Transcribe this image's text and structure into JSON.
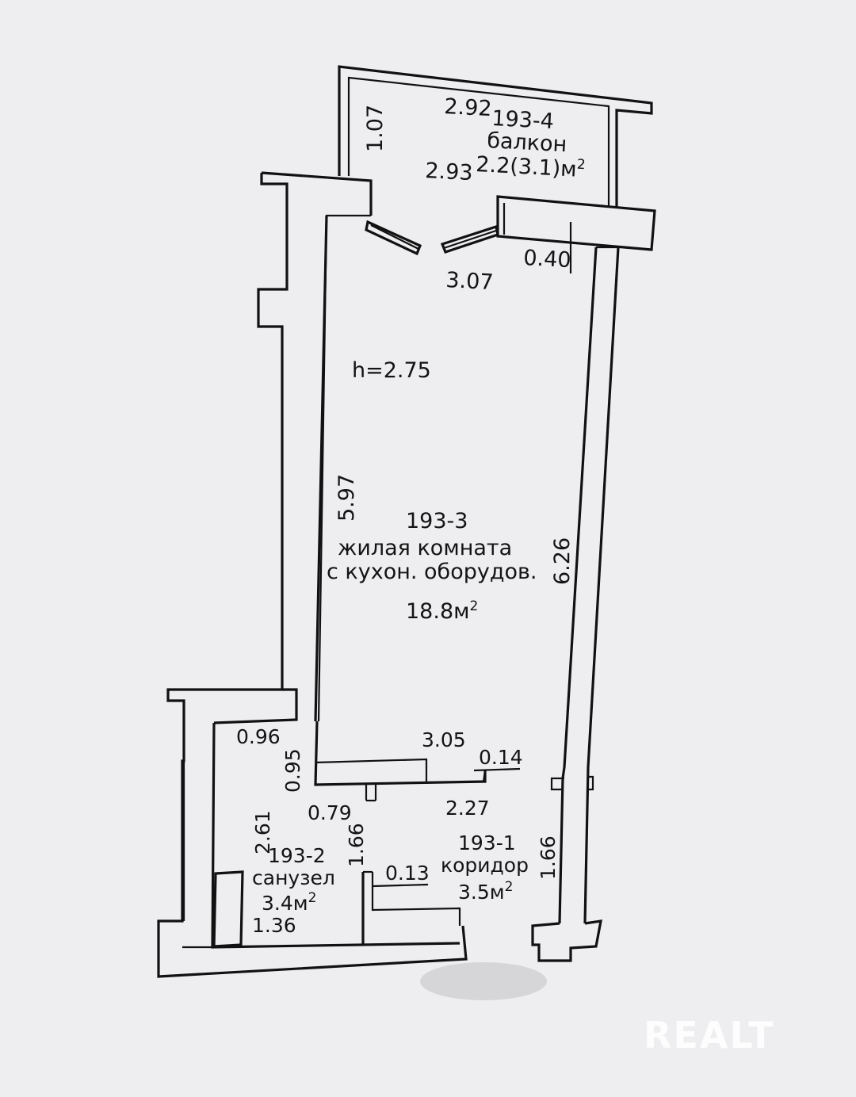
{
  "rooms": {
    "balcony": {
      "number": "193-4",
      "name": "балкон",
      "area": "2.2(3.1)м",
      "unit_sup": "2"
    },
    "living": {
      "number": "193-3",
      "name": "жилая комната",
      "name2": "с кухон. оборудов.",
      "area": "18.8м",
      "unit_sup": "2"
    },
    "bathroom": {
      "number": "193-2",
      "name": "санузел",
      "area": "3.4м",
      "unit_sup": "2"
    },
    "corridor": {
      "number": "193-1",
      "name": "коридор",
      "area": "3.5м",
      "unit_sup": "2"
    }
  },
  "ceiling_height": "h=2.75",
  "dimensions": {
    "balcony_top": "2.92",
    "balcony_side": "1.07",
    "balcony_bottom": "2.93",
    "wall_depth": "0.40",
    "room_top": "3.07",
    "room_left": "5.97",
    "room_right": "6.26",
    "partition_top": "3.05",
    "partition_thickness": "0.14",
    "partition_bottom": "2.27",
    "bath_width_top": "0.96",
    "bath_niche": "0.95",
    "bath_door": "0.79",
    "bath_height": "2.61",
    "bath_right": "1.66",
    "corridor_right": "1.66",
    "corridor_niche": "0.13",
    "bath_bottom": "1.36"
  },
  "watermark": "REALT"
}
